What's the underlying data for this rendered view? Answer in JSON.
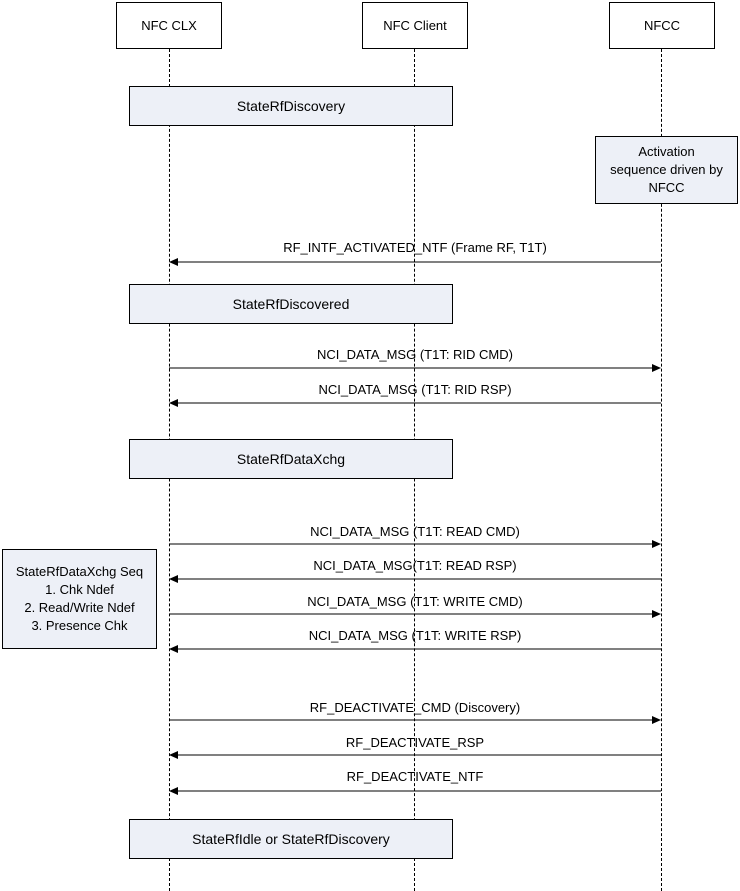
{
  "actors": {
    "clx": "NFC CLX",
    "client": "NFC Client",
    "nfcc": "NFCC"
  },
  "states": {
    "s1": "StateRfDiscovery",
    "s2": "StateRfDiscovered",
    "s3": "StateRfDataXchg",
    "s4": "StateRfIdle or StateRfDiscovery"
  },
  "notes": {
    "activation": [
      "Activation",
      "sequence driven by",
      "NFCC"
    ],
    "xchg_seq": [
      "StateRfDataXchg Seq",
      "1. Chk Ndef",
      "2. Read/Write Ndef",
      "3. Presence Chk"
    ]
  },
  "messages": [
    {
      "label": "RF_INTF_ACTIVATED_NTF (Frame RF, T1T)",
      "direction": "to-clx"
    },
    {
      "label": "NCI_DATA_MSG (T1T: RID CMD)",
      "direction": "to-nfcc"
    },
    {
      "label": "NCI_DATA_MSG (T1T: RID RSP)",
      "direction": "to-clx"
    },
    {
      "label": "NCI_DATA_MSG (T1T: READ CMD)",
      "direction": "to-nfcc"
    },
    {
      "label": "NCI_DATA_MSG(T1T: READ RSP)",
      "direction": "to-clx"
    },
    {
      "label": "NCI_DATA_MSG (T1T: WRITE CMD)",
      "direction": "to-nfcc"
    },
    {
      "label": "NCI_DATA_MSG (T1T: WRITE RSP)",
      "direction": "to-clx"
    },
    {
      "label": "RF_DEACTIVATE_CMD (Discovery)",
      "direction": "to-nfcc"
    },
    {
      "label": "RF_DEACTIVATE_RSP",
      "direction": "to-clx"
    },
    {
      "label": "RF_DEACTIVATE_NTF",
      "direction": "to-clx"
    }
  ]
}
